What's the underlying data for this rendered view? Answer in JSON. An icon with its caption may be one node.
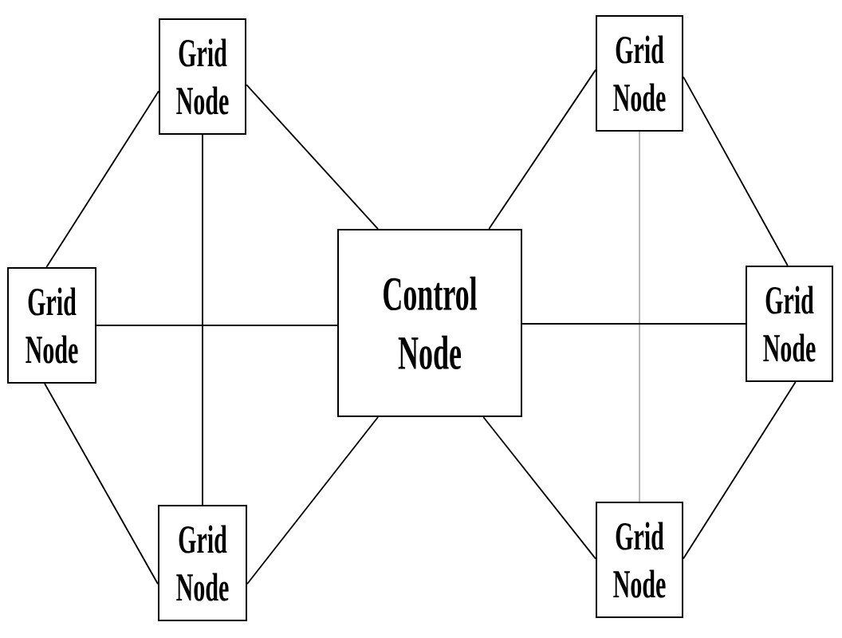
{
  "diagram": {
    "nodes": [
      {
        "text": [
          "Grid Node"
        ]
      },
      {
        "text": [
          "Grid Node"
        ]
      },
      {
        "text": [
          "Grid Node"
        ]
      },
      {
        "text": [
          "Control Node"
        ]
      },
      {
        "text": [
          "Grid Node"
        ]
      },
      {
        "text": [
          "Grid Node"
        ]
      },
      {
        "text": [
          "Grid Node"
        ]
      }
    ],
    "edges": [
      {
        "from": 0,
        "to": 2,
        "arrow": "none"
      },
      {
        "from": 0,
        "to": 3,
        "arrow": "none"
      },
      {
        "from": 0,
        "to": 5,
        "arrow": "none"
      },
      {
        "from": 2,
        "to": 3,
        "arrow": "none"
      },
      {
        "from": 2,
        "to": 5,
        "arrow": "none"
      },
      {
        "from": 5,
        "to": 3,
        "arrow": "none"
      },
      {
        "from": 3,
        "to": 1,
        "arrow": "none"
      },
      {
        "from": 1,
        "to": 4,
        "arrow": "none"
      },
      {
        "from": 1,
        "to": 6,
        "arrow": "none",
        "color": "#b4b4b4"
      },
      {
        "from": 3,
        "to": 4,
        "arrow": "none"
      },
      {
        "from": 3,
        "to": 6,
        "arrow": "none"
      },
      {
        "from": 4,
        "to": 6,
        "arrow": "none"
      }
    ]
  }
}
